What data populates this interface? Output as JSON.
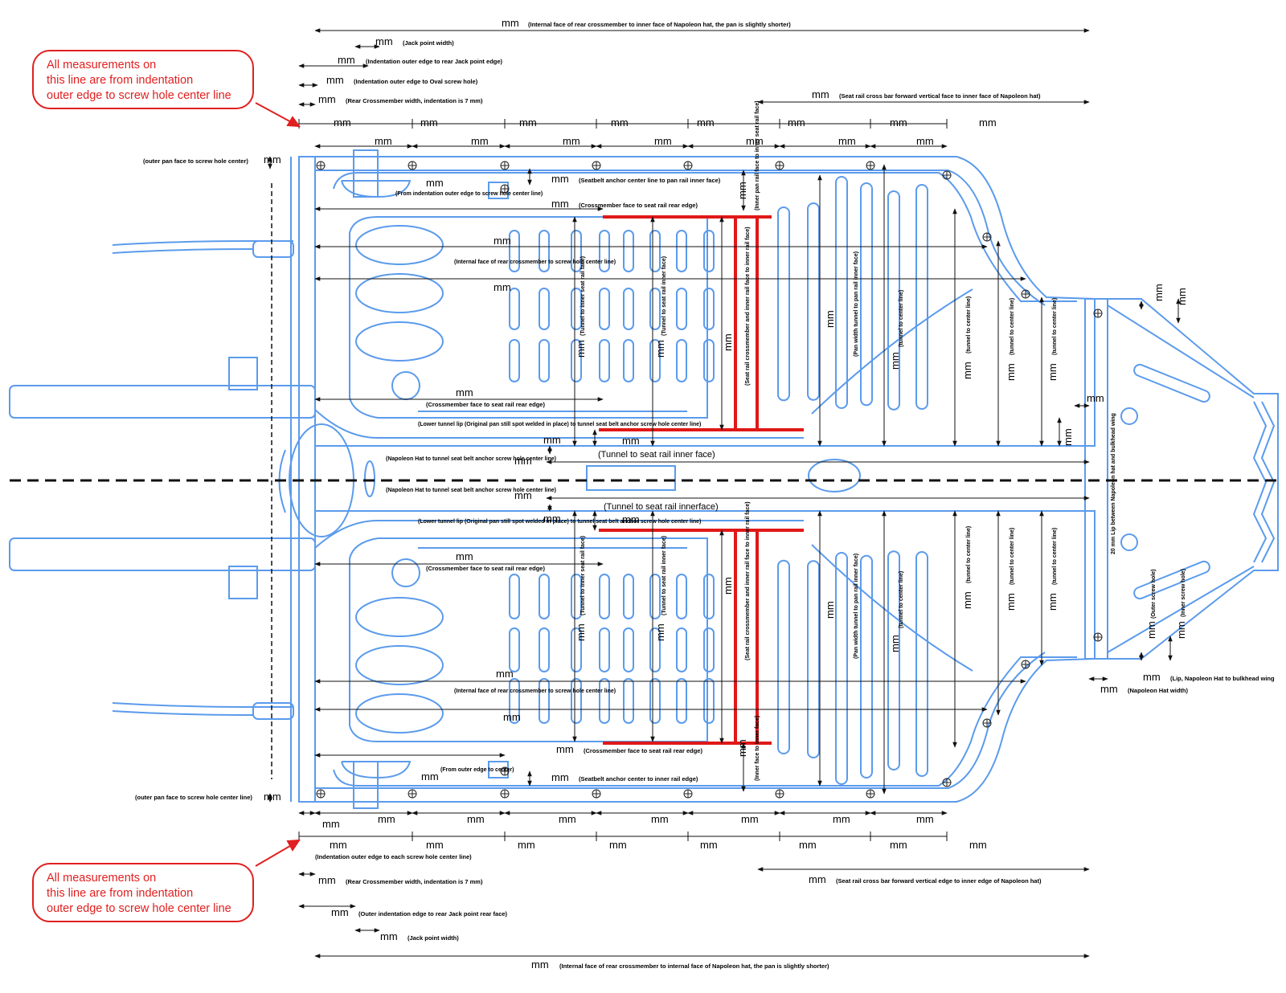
{
  "unit": "mm",
  "notes": {
    "top": [
      "All measurements on",
      "this line are from indentation",
      "outer edge to screw hole center line"
    ],
    "bottom": [
      "All measurements on",
      "this line are from indentation",
      "outer edge to screw hole center line"
    ]
  },
  "top_labels": {
    "overall": "(Internal face of rear crossmember to inner face of Napoleon hat, the pan is slightly shorter)",
    "jack_width": "(Jack point width)",
    "indent_jack": "(Indentation outer edge to rear Jack point edge)",
    "indent_oval": "(Indentation outer edge to Oval screw hole)",
    "rear_cm": "(Rear Crossmember width, indentation is 7 mm)",
    "seatrail_bar": "(Seat rail cross bar forward vertical face to inner face of Napoleon hat)"
  },
  "bottom_labels": {
    "indent_each": "(Indentation outer edge to each screw hole center line)",
    "rear_cm": "(Rear Crossmember width, indentation is 7 mm)",
    "outer_jack": "(Outer indentation edge to rear Jack point rear face)",
    "jack_width": "(Jack point width)",
    "overall": "(Internal face of rear crossmember to internal face of Napoleon hat, the pan is slightly shorter)",
    "seatrail_bar": "(Seat rail cross bar forward vertical edge to inner edge of Napoleon hat)"
  },
  "pan_labels": {
    "outer_pan_top": "(outer pan face to screw hole center)",
    "outer_pan_bottom": "(outer pan face to screw hole center line)",
    "from_indent": "(From indentation outer edge to screw hole center line)",
    "from_outer": "(From outer edge to center)",
    "seatbelt_top": "(Seatbelt anchor center line to pan rail inner face)",
    "seatbelt_bottom": "(Seatbelt anchor center to inner rail edge)",
    "cm_seat_top": "(Crossmember face to seat rail rear edge)",
    "cm_seat_bottom": "(Crossmember face to seat rail rear edge)",
    "internal_face": "(Internal face of rear crossmember to screw hole center line)",
    "lower_lip": "(Lower tunnel lip (Original pan still spot welded in place) to tunnel seat belt anchor screw hole center line)",
    "napoleon_tunnel": "(Napoleon Hat to tunnel seat belt anchor screw hole center line)",
    "tunnel_seat_top": "(Tunnel to seat rail inner face)",
    "tunnel_seat_bottom": "(Tunnel to seat rail innerface)",
    "tunnel_inner": "(Tunnel to inner seat rail face)",
    "tunnel_rail": "(Tunnel to seat rail inner face)",
    "seat_rail_cm": "(Seat rail crossmember and inner rail face to inner rail face)",
    "inner_pan_rail": "(Inner pan rail face to inner seat rail face)",
    "inner_face": "(Inner face to inner face)",
    "pan_width": "(Pan width tunnel to pan rail inner face)",
    "tunnel_center": "(tunnel to center line)",
    "lip_between": "20 mm Lip between Napoleon hat and bulkhead wing",
    "outer_screw": "(Outer screw hole)",
    "inner_screw": "(Inner screw hole)",
    "lip_bulkhead": "(Lip, Napoleon Hat to bulkhead wing",
    "napoleon_width": "(Napoleon Hat width)"
  },
  "colors": {
    "outline": "#5b9bec",
    "rail": "#e01818",
    "note": "#e02020",
    "ink": "#111111"
  }
}
